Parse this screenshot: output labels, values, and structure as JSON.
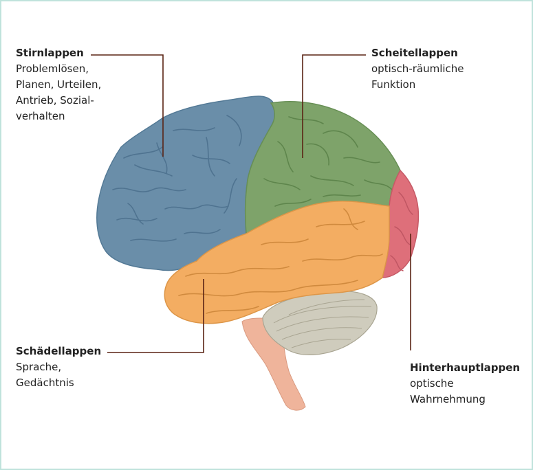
{
  "colors": {
    "frame_border": "#bfe3dc",
    "leader_line": "#5a2414",
    "frontal_lobe": "#6a8ea9",
    "parietal_lobe": "#7ea36a",
    "temporal_lobe": "#f3ad62",
    "occipital_lobe": "#de6f7a",
    "cerebellum": "#cfccbd",
    "brainstem": "#efb49b"
  },
  "labels": {
    "frontal": {
      "name": "Stirnlappen",
      "description": "Problemlösen,\nPlanen, Urteilen,\nAntrieb, Sozial-\nverhalten"
    },
    "parietal": {
      "name": "Scheitellappen",
      "description": "optisch-räumliche\nFunktion"
    },
    "temporal": {
      "name": "Schädellappen",
      "description": "Sprache,\nGedächtnis"
    },
    "occipital": {
      "name": "Hinterhauptlappen",
      "description": "optische\nWahrnehmung"
    }
  }
}
